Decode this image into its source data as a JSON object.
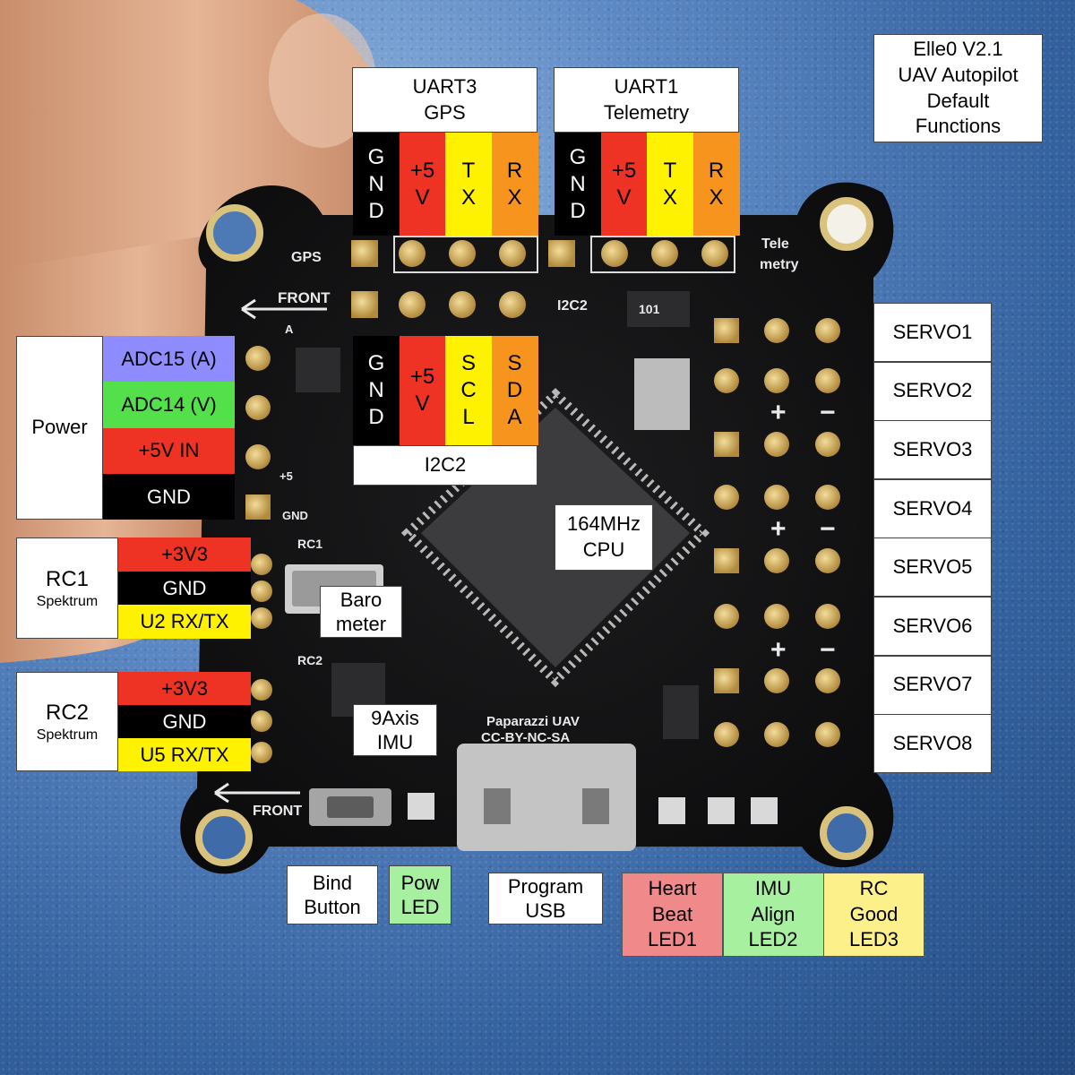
{
  "colors": {
    "black": "#000000",
    "red": "#ee3224",
    "yellow": "#fff200",
    "orange": "#f7941d",
    "purple": "#8f8cff",
    "green": "#53e04b",
    "pink": "#f08a8a",
    "lightgreen": "#a6f0a0",
    "lightyellow": "#fbf08a"
  },
  "title_box": {
    "line1": "Elle0 V2.1",
    "line2": "UAV Autopilot",
    "line3": "Default",
    "line4": "Functions"
  },
  "uart3": {
    "line1": "UART3",
    "line2": "GPS",
    "pins": [
      {
        "chars": [
          "G",
          "N",
          "D"
        ],
        "color": "black"
      },
      {
        "chars": [
          "+5",
          "V"
        ],
        "color": "red"
      },
      {
        "chars": [
          "T",
          "X"
        ],
        "color": "yellow"
      },
      {
        "chars": [
          "R",
          "X"
        ],
        "color": "orange"
      }
    ]
  },
  "uart1": {
    "line1": "UART1",
    "line2": "Telemetry",
    "pins": [
      {
        "chars": [
          "G",
          "N",
          "D"
        ],
        "color": "black"
      },
      {
        "chars": [
          "+5",
          "V"
        ],
        "color": "red"
      },
      {
        "chars": [
          "T",
          "X"
        ],
        "color": "yellow"
      },
      {
        "chars": [
          "R",
          "X"
        ],
        "color": "orange"
      }
    ]
  },
  "i2c2": {
    "label": "I2C2",
    "pins": [
      {
        "chars": [
          "G",
          "N",
          "D"
        ],
        "color": "black"
      },
      {
        "chars": [
          "+5",
          "V"
        ],
        "color": "red"
      },
      {
        "chars": [
          "S",
          "C",
          "L"
        ],
        "color": "yellow"
      },
      {
        "chars": [
          "S",
          "D",
          "A"
        ],
        "color": "orange"
      }
    ]
  },
  "power": {
    "label": "Power",
    "rows": [
      {
        "text": "ADC15 (A)",
        "color": "purple"
      },
      {
        "text": "ADC14 (V)",
        "color": "green"
      },
      {
        "text": "+5V IN",
        "color": "red"
      },
      {
        "text": "GND",
        "color": "black"
      }
    ]
  },
  "rc1": {
    "label": "RC1",
    "sublabel": "Spektrum",
    "rows": [
      {
        "text": "+3V3",
        "color": "red"
      },
      {
        "text": "GND",
        "color": "black"
      },
      {
        "text": "U2 RX/TX",
        "color": "yellow"
      }
    ]
  },
  "rc2": {
    "label": "RC2",
    "sublabel": "Spektrum",
    "rows": [
      {
        "text": "+3V3",
        "color": "red"
      },
      {
        "text": "GND",
        "color": "black"
      },
      {
        "text": "U5 RX/TX",
        "color": "yellow"
      }
    ]
  },
  "servos": [
    "SERVO1",
    "SERVO2",
    "SERVO3",
    "SERVO4",
    "SERVO5",
    "SERVO6",
    "SERVO7",
    "SERVO8"
  ],
  "cpu": {
    "line1": "164MHz",
    "line2": "CPU"
  },
  "baro": {
    "line1": "Baro",
    "line2": "meter"
  },
  "imu": {
    "line1": "9Axis",
    "line2": "IMU"
  },
  "bind": {
    "line1": "Bind",
    "line2": "Button"
  },
  "pow_led": {
    "line1": "Pow",
    "line2": "LED"
  },
  "usb": {
    "line1": "Program",
    "line2": "USB"
  },
  "leds": [
    {
      "line1": "Heart",
      "line2": "Beat",
      "line3": "LED1",
      "color": "pink"
    },
    {
      "line1": "IMU",
      "line2": "Align",
      "line3": "LED2",
      "color": "lightgreen"
    },
    {
      "line1": "RC",
      "line2": "Good",
      "line3": "LED3",
      "color": "lightyellow"
    }
  ],
  "silkscreen": {
    "gps": "GPS",
    "telemetry_1": "Tele",
    "telemetry_2": "metry",
    "front": "FRONT",
    "i2c2": "I2C2",
    "part_101": "101",
    "rc1": "RC1",
    "rc2": "RC2",
    "gnd": "GND",
    "plus5": "+5",
    "a": "A",
    "brand": "Paparazzi UAV",
    "license": "CC-BY-NC-SA"
  }
}
